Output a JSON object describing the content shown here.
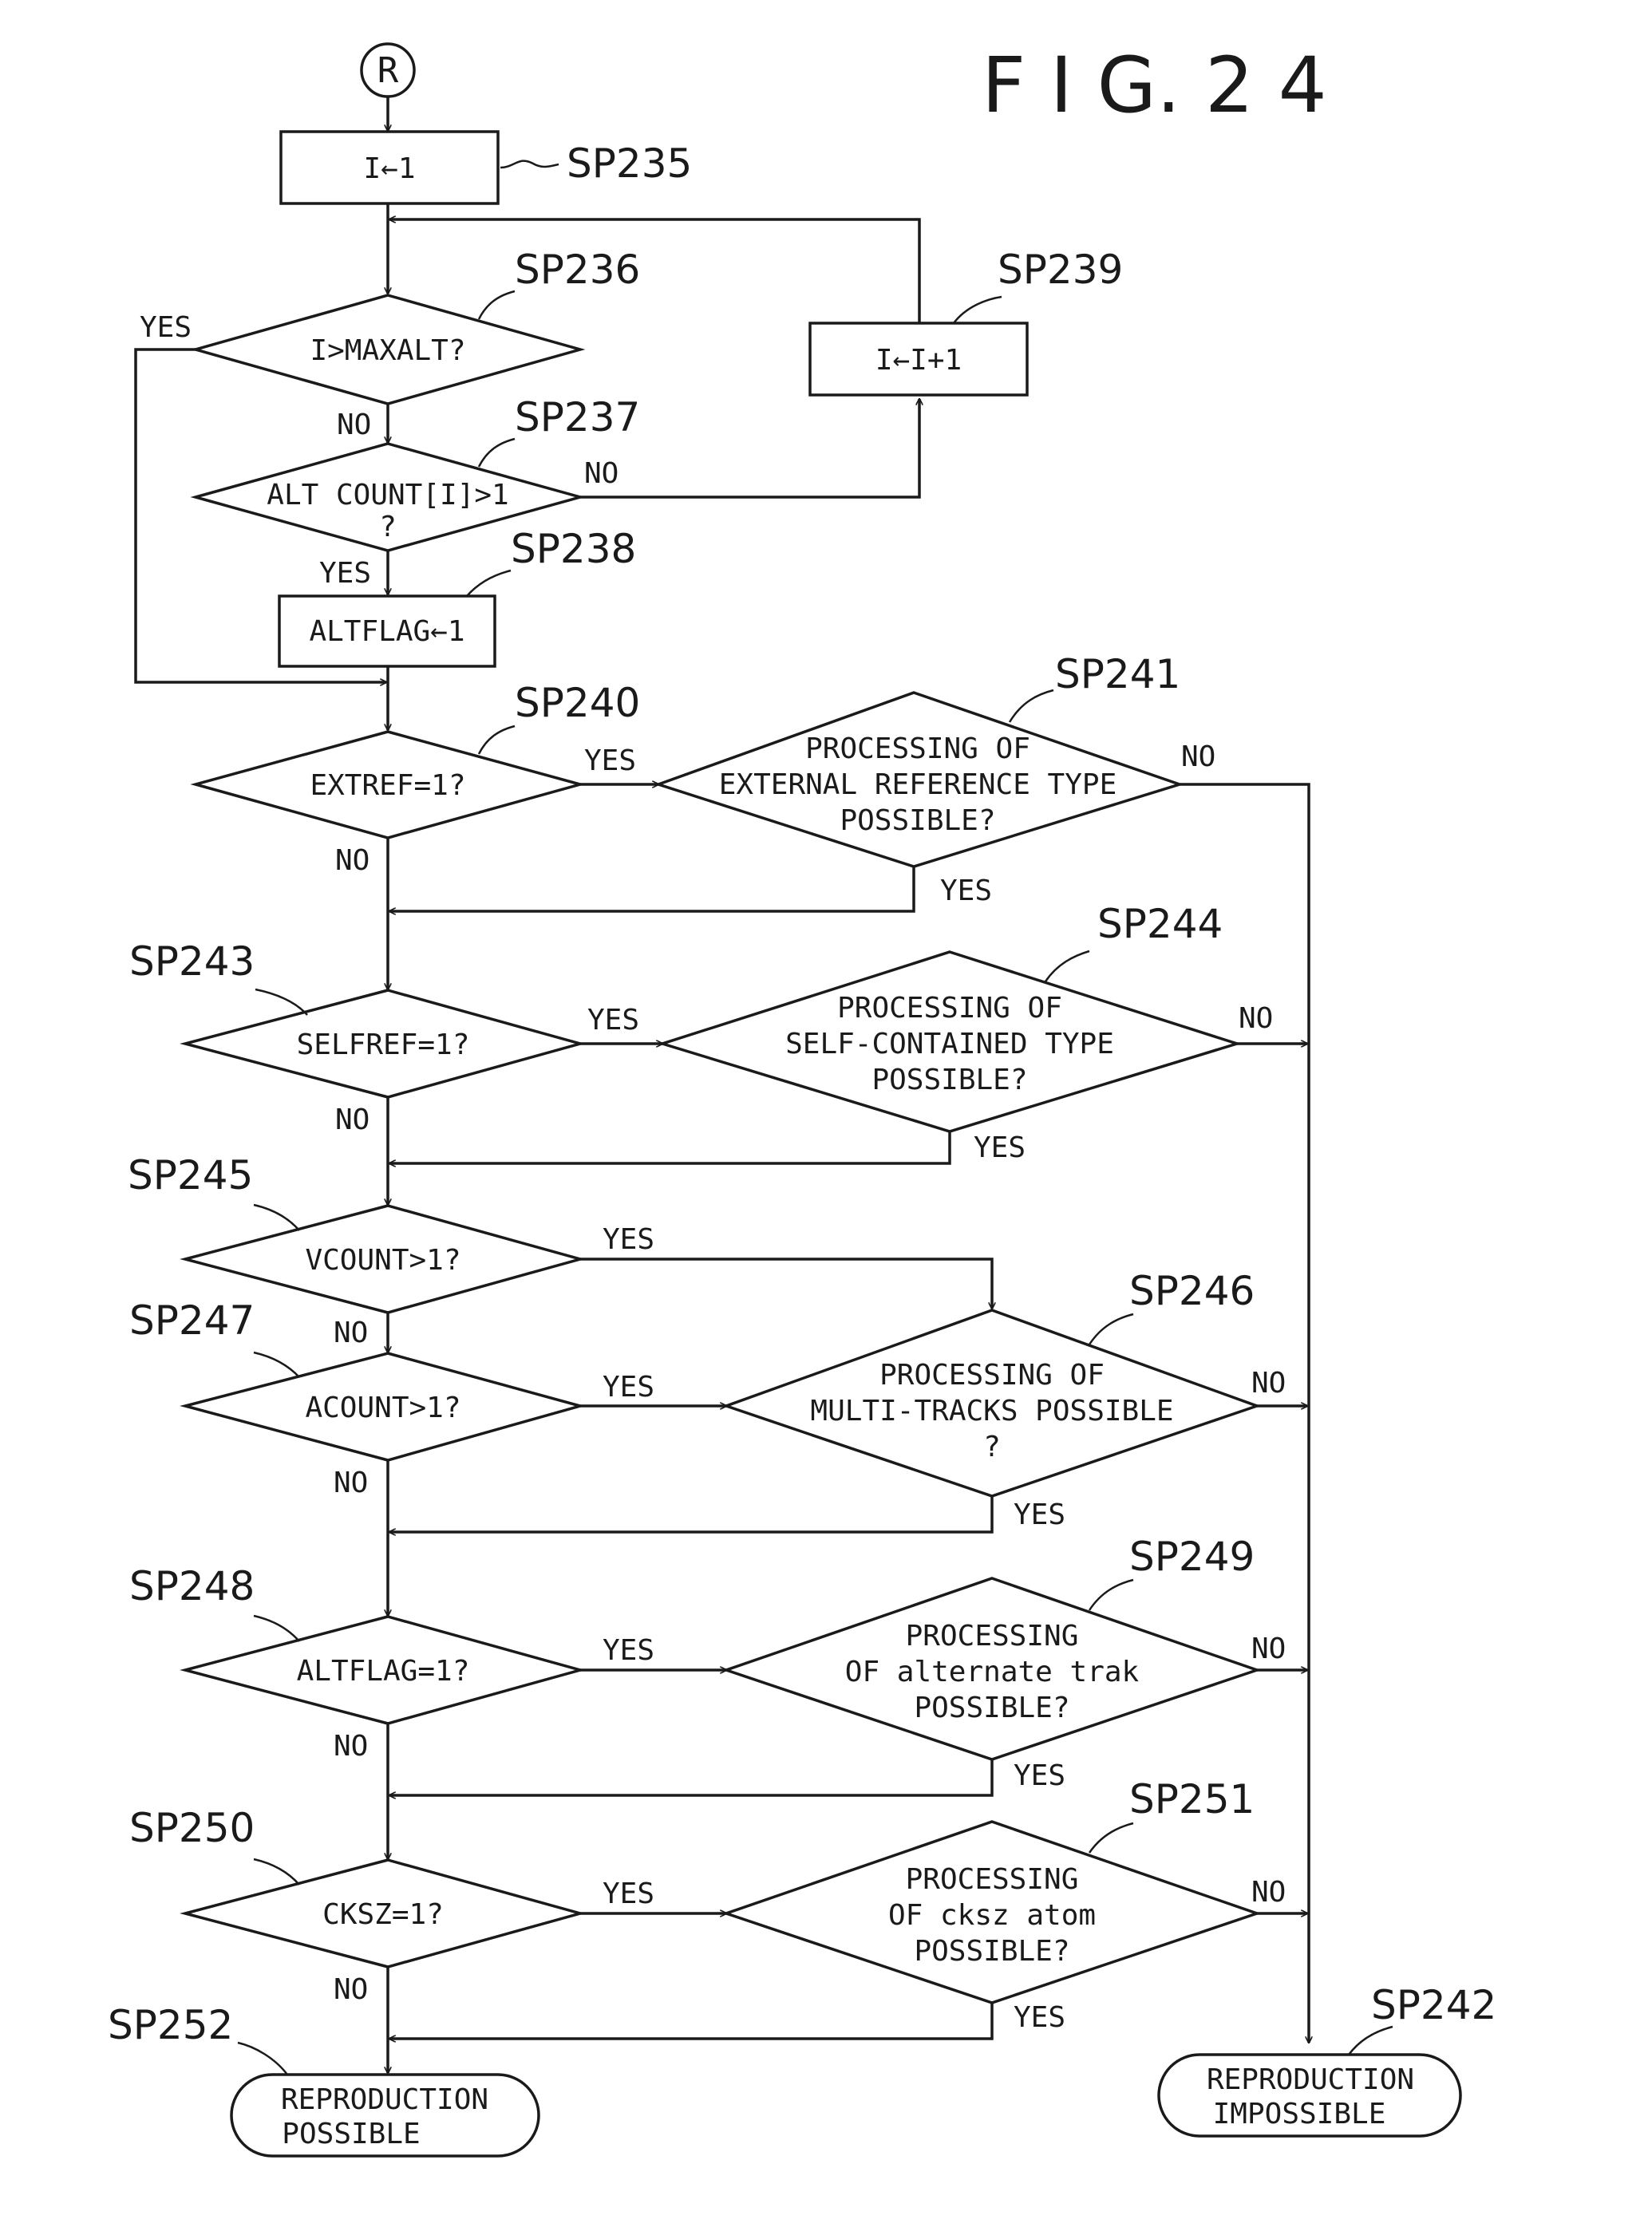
{
  "figure_title": "F I G. 2 4",
  "connector": "R",
  "steps": {
    "sp235": {
      "id": "SP235",
      "text": "I←1"
    },
    "sp236": {
      "id": "SP236",
      "text": "I>MAXALT?"
    },
    "sp237": {
      "id": "SP237",
      "line1": "ALT COUNT[I]>1",
      "line2": "?"
    },
    "sp238": {
      "id": "SP238",
      "text": "ALTFLAG←1"
    },
    "sp239": {
      "id": "SP239",
      "text": "I←I+1"
    },
    "sp240": {
      "id": "SP240",
      "text": "EXTREF=1?"
    },
    "sp241": {
      "id": "SP241",
      "line1": "PROCESSING OF",
      "line2": "EXTERNAL REFERENCE TYPE",
      "line3": "POSSIBLE?"
    },
    "sp242": {
      "id": "SP242",
      "line1": "REPRODUCTION",
      "line2": "IMPOSSIBLE"
    },
    "sp243": {
      "id": "SP243",
      "text": "SELFREF=1?"
    },
    "sp244": {
      "id": "SP244",
      "line1": "PROCESSING OF",
      "line2": "SELF-CONTAINED TYPE",
      "line3": "POSSIBLE?"
    },
    "sp245": {
      "id": "SP245",
      "text": "VCOUNT>1?"
    },
    "sp246": {
      "id": "SP246",
      "line1": "PROCESSING OF",
      "line2": "MULTI-TRACKS POSSIBLE",
      "line3": "?"
    },
    "sp247": {
      "id": "SP247",
      "text": "ACOUNT>1?"
    },
    "sp248": {
      "id": "SP248",
      "text": "ALTFLAG=1?"
    },
    "sp249": {
      "id": "SP249",
      "line1": "PROCESSING",
      "line2": "OF alternate trak",
      "line3": "POSSIBLE?"
    },
    "sp250": {
      "id": "SP250",
      "text": "CKSZ=1?"
    },
    "sp251": {
      "id": "SP251",
      "line1": "PROCESSING",
      "line2": "OF cksz atom",
      "line3": "POSSIBLE?"
    },
    "sp252": {
      "id": "SP252",
      "line1": "REPRODUCTION",
      "line2": "POSSIBLE"
    }
  },
  "labels": {
    "yes": "YES",
    "no": "NO"
  }
}
